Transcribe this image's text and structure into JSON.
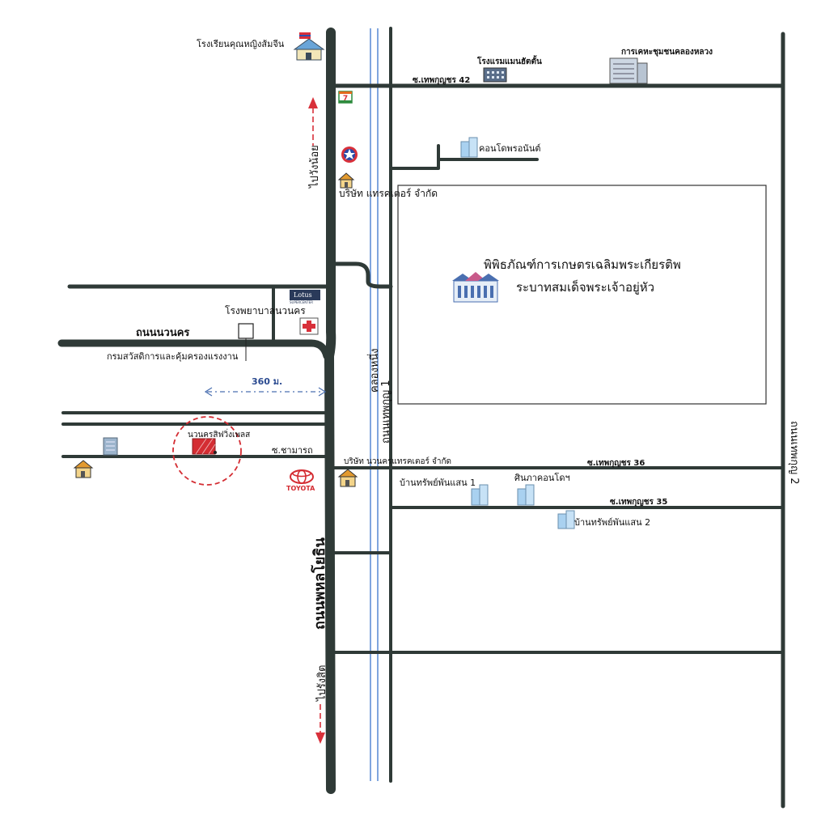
{
  "labels": {
    "school": "โรงเรียนคุณหญิงส้มจีน",
    "hotel": "โรงแรมแมนฮัตตั้น",
    "community_house": "การเคหะชุมชนคลองหลวง",
    "soi42": "ซ.เทพกุญชร 42",
    "condo_pornan": "คอนโดพรอนันต์",
    "tractor_co": "บริษัท แทรคเตอร์ จำกัด",
    "museum_line1": "พิพิธภัณฑ์การเกษตรเฉลิมพระเกียรติพ",
    "museum_line2": "ระบาทสมเด็จพระเจ้าอยู่หัว",
    "hospital": "โรงพยาบาลนวนคร",
    "navanakorn_rd": "ถนนนวนคร",
    "welfare_dept": "กรมสวัสดิการและคุ้มครองแรงงาน",
    "distance": "360 ม.",
    "navanakorn_place": "นวนครสิฟวิ่งเพลส",
    "soi_chamarot": "ซ.ชามารถ",
    "navanakorn_tractor": "บริษัท นวนครแทรคเตอร์ จำกัด",
    "soi36": "ซ.เทพกุญชร 36",
    "soi35": "ซ.เทพกุญชร 35",
    "baan1": "บ้านทรัพย์พันแสน 1",
    "siniphon": "ศินภาคอนโดฯ",
    "baan2": "บ้านทรัพย์พันแสน 2",
    "to_wangnoi": "ไปวังน้อย",
    "to_rangsit": "ไปรังสิต",
    "phahonyothin": "ถนนพหลโยธิน",
    "khlong_nueng": "คลองหนึ่ง",
    "thepkunchon1": "ถนนเทพกุญ 1",
    "thepkunchon2": "ถนนเทพกุญ 2",
    "lotus": "Lotus",
    "lotus_sub": "SUPERCENTER",
    "toyota": "TOYOTA",
    "seven": "7"
  },
  "icons": [
    "school-icon",
    "hotel-icon",
    "apartment-icon",
    "seven-eleven-icon",
    "gas-station-icon",
    "house-icon",
    "condo-icon",
    "museum-icon",
    "lotus-logo",
    "hospital-icon",
    "toyota-logo",
    "building-icon",
    "arrow-north-icon",
    "arrow-south-icon"
  ],
  "colors": {
    "road": "#2f3a37",
    "canal": "#4a7fd0",
    "arrow": "#d8303a",
    "condo": "#a9d1f0",
    "place_red": "#d42d33",
    "circle": "#d42d33"
  }
}
